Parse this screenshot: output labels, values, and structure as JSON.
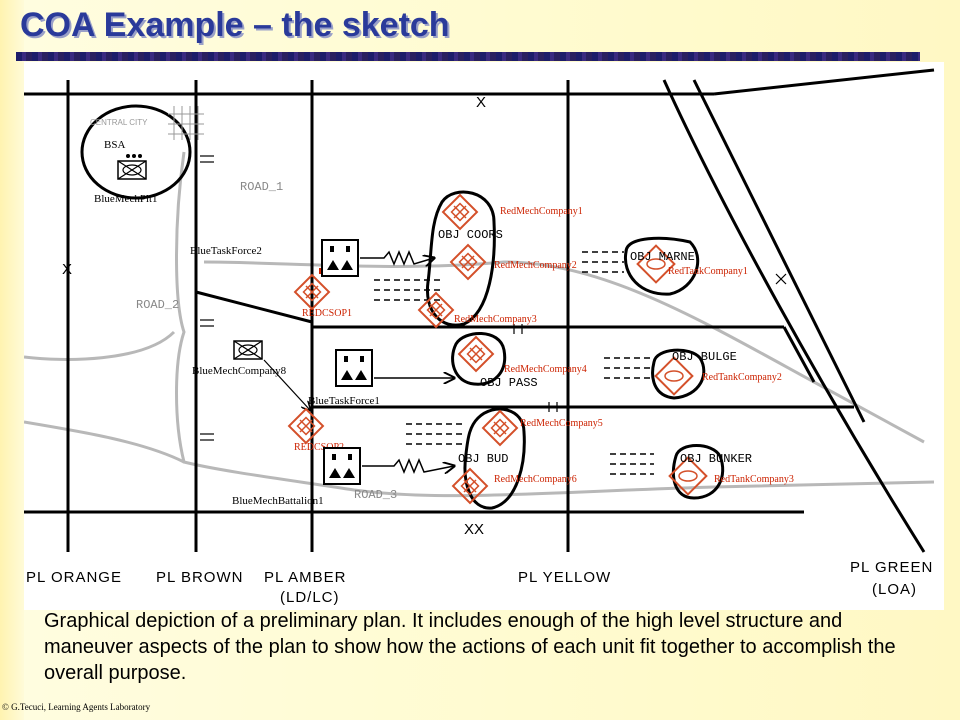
{
  "slide": {
    "title": "COA Example – the sketch",
    "caption": "Graphical depiction of a preliminary plan. It includes enough of the high level structure and maneuver aspects of the plan to show how the actions of each unit fit together to accomplish the overall purpose.",
    "copyright": "© G.Tecuci, Learning Agents Laboratory",
    "title_color": "#2a3a9a"
  },
  "map": {
    "boundary_markers": {
      "top": "X",
      "left": "X",
      "bottom": "XX"
    },
    "central_city": "CENTRAL CITY",
    "bsa": "BSA",
    "roads": [
      "ROAD_1",
      "ROAD_2",
      "ROAD_3"
    ],
    "phase_lines": [
      {
        "name": "PL ORANGE",
        "sub": ""
      },
      {
        "name": "PL BROWN",
        "sub": ""
      },
      {
        "name": "PL AMBER",
        "sub": "(LD/LC)"
      },
      {
        "name": "PL YELLOW",
        "sub": ""
      },
      {
        "name": "PL GREEN",
        "sub": "(LOA)"
      }
    ],
    "objectives": [
      "OBJ COORS",
      "OBJ MARNE",
      "OBJ PASS",
      "OBJ BULGE",
      "OBJ BUD",
      "OBJ BUNKER"
    ],
    "blue_units": [
      "BlueMechPlt1",
      "BlueTaskForce2",
      "BlueMechCompany8",
      "BlueTaskForce1",
      "BlueMechBattalion1"
    ],
    "red_units": [
      "RedMechCompany1",
      "RedMechCompany2",
      "RedMechCompany3",
      "RedMechCompany4",
      "RedMechCompany5",
      "RedMechCompany6",
      "RedTankCompany1",
      "RedTankCompany2",
      "RedTankCompany3"
    ],
    "red_small_labels": [
      "REDCSOP1",
      "REDCSOP2"
    ],
    "colors": {
      "enemy": "#d4502a",
      "enemy_text": "#cc2200",
      "road": "#b0b0b0",
      "lines": "#000000"
    }
  }
}
